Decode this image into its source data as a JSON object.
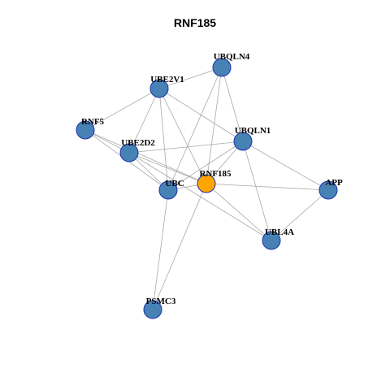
{
  "title": "RNF185",
  "colors": {
    "node": "#4682b4",
    "focus": "#ffa500",
    "node_border": "#1f2fb0",
    "edge": "#a9a9a9"
  },
  "nodes": [
    {
      "id": "UBQLN4",
      "focus": false
    },
    {
      "id": "UBE2V1",
      "focus": false
    },
    {
      "id": "RNF5",
      "focus": false
    },
    {
      "id": "UBQLN1",
      "focus": false
    },
    {
      "id": "UBE2D2",
      "focus": false
    },
    {
      "id": "RNF185",
      "focus": true
    },
    {
      "id": "UBC",
      "focus": false
    },
    {
      "id": "APP",
      "focus": false
    },
    {
      "id": "UBL4A",
      "focus": false
    },
    {
      "id": "PSMC3",
      "focus": false
    }
  ],
  "edges": [
    [
      "UBQLN4",
      "UBE2V1"
    ],
    [
      "UBQLN4",
      "UBC"
    ],
    [
      "UBQLN4",
      "RNF185"
    ],
    [
      "UBQLN4",
      "UBQLN1"
    ],
    [
      "UBE2V1",
      "RNF5"
    ],
    [
      "UBE2V1",
      "UBE2D2"
    ],
    [
      "UBE2V1",
      "UBC"
    ],
    [
      "UBE2V1",
      "RNF185"
    ],
    [
      "UBE2V1",
      "UBQLN1"
    ],
    [
      "RNF5",
      "UBE2D2"
    ],
    [
      "RNF5",
      "UBC"
    ],
    [
      "RNF5",
      "RNF185"
    ],
    [
      "UBE2D2",
      "UBQLN1"
    ],
    [
      "UBE2D2",
      "UBC"
    ],
    [
      "UBE2D2",
      "RNF185"
    ],
    [
      "UBE2D2",
      "UBL4A"
    ],
    [
      "UBQLN1",
      "RNF185"
    ],
    [
      "UBQLN1",
      "UBC"
    ],
    [
      "UBQLN1",
      "APP"
    ],
    [
      "UBQLN1",
      "UBL4A"
    ],
    [
      "RNF185",
      "UBC"
    ],
    [
      "RNF185",
      "APP"
    ],
    [
      "RNF185",
      "UBL4A"
    ],
    [
      "RNF185",
      "PSMC3"
    ],
    [
      "UBC",
      "PSMC3"
    ],
    [
      "APP",
      "UBL4A"
    ]
  ]
}
